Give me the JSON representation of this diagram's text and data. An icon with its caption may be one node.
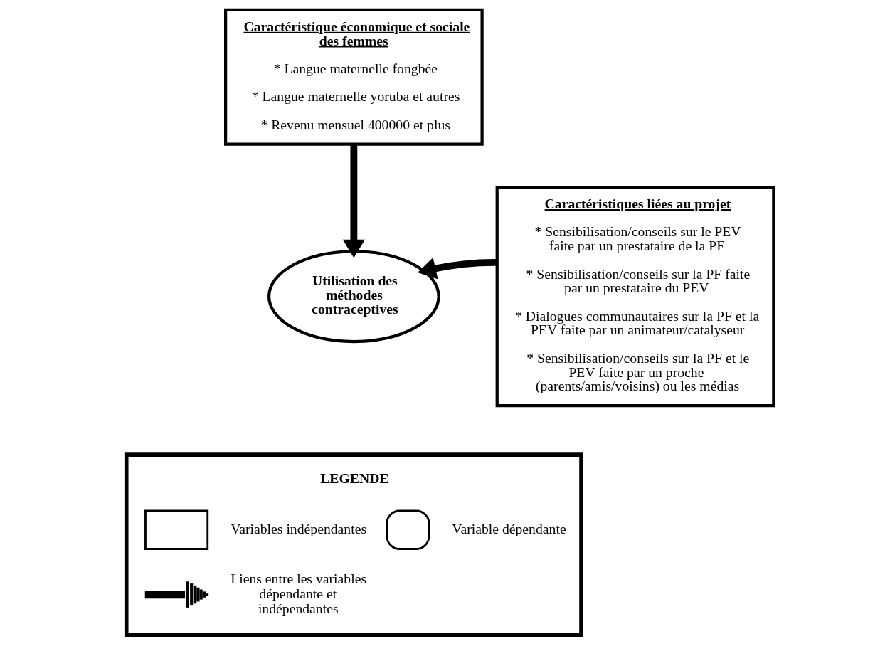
{
  "diagram": {
    "nodes": [
      {
        "text": [
          "Caractéristique économique et sociale des femmes",
          "* Langue maternelle fongbée",
          "* Langue maternelle yoruba et autres",
          "* Revenu mensuel 400000 et plus"
        ]
      },
      {
        "text": [
          "Utilisation des méthodes contraceptives"
        ]
      },
      {
        "text": [
          "Caractéristiques liées au projet",
          "* Sensibilisation/conseils sur le PEV faite par un prestataire de la PF",
          "* Sensibilisation/conseils sur la PF faite par un prestataire du PEV",
          "* Dialogues communautaires sur la PF et la PEV faite par un animateur/catalyseur",
          "* Sensibilisation/conseils sur la PF et le PEV faite par un proche (parents/amis/voisins) ou les médias"
        ]
      }
    ],
    "edges": [
      {
        "from": 0,
        "to": 1,
        "arrow": "to"
      },
      {
        "from": 2,
        "to": 1,
        "arrow": "to"
      }
    ],
    "labels": [
      "LEGENDE"
    ],
    "legend": [
      {
        "text": "Variables indépendantes"
      },
      {
        "text": "Variable dépendante"
      },
      {
        "text": "Liens entre les variables dépendante et indépendantes"
      }
    ]
  }
}
